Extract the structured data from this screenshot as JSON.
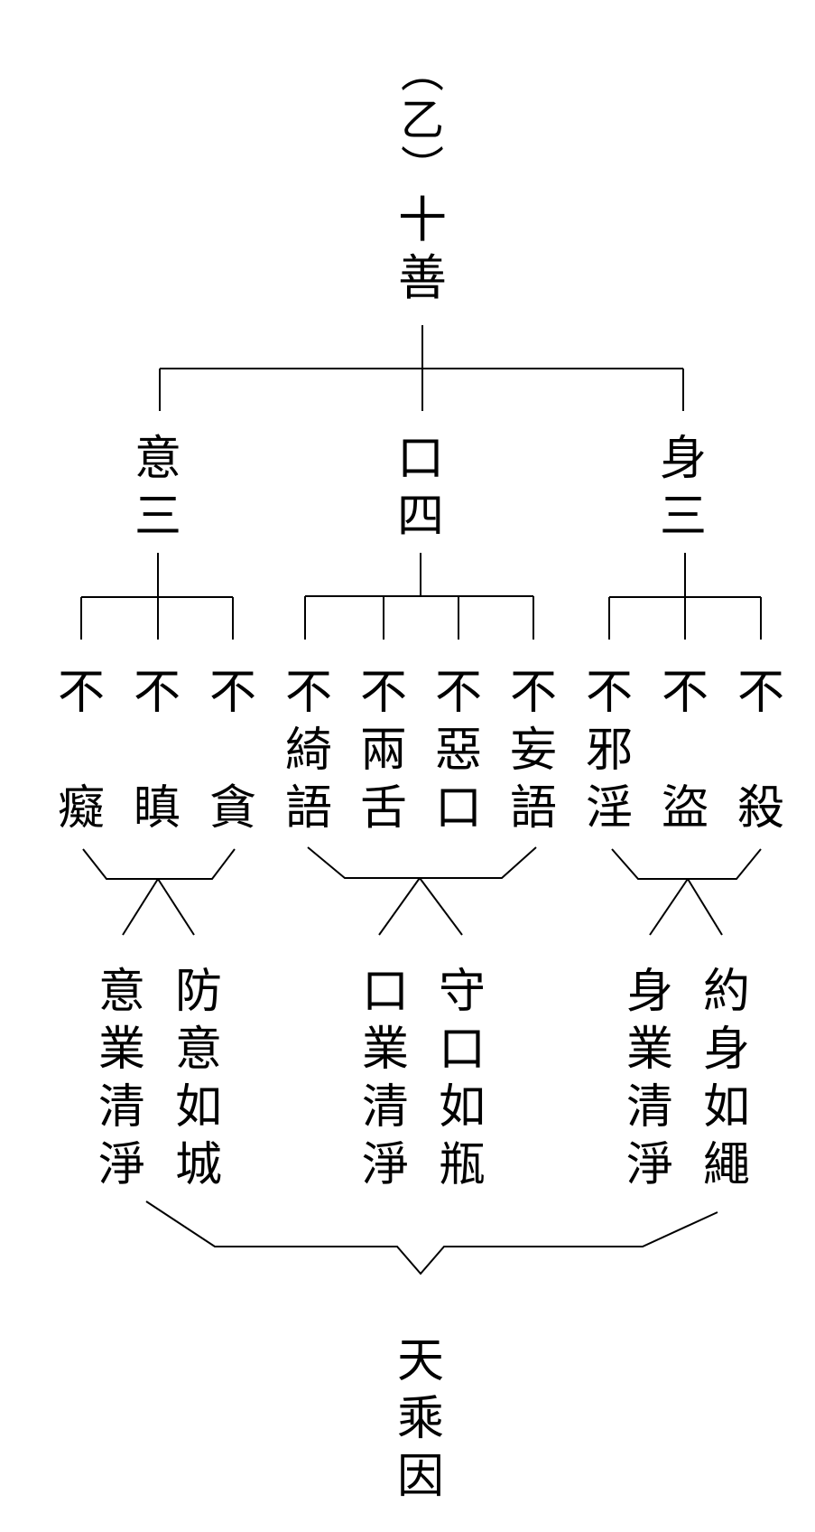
{
  "title": {
    "paren_open": "︵",
    "label": "乙",
    "paren_close": "︶",
    "heading": [
      "十",
      "善"
    ]
  },
  "groups": [
    {
      "name": [
        "意",
        "三"
      ],
      "items": [
        [
          "不",
          "",
          "癡"
        ],
        [
          "不",
          "",
          "瞋"
        ],
        [
          "不",
          "",
          "貪"
        ]
      ]
    },
    {
      "name": [
        "口",
        "四"
      ],
      "items": [
        [
          "不",
          "綺",
          "語"
        ],
        [
          "不",
          "兩",
          "舌"
        ],
        [
          "不",
          "惡",
          "口"
        ],
        [
          "不",
          "妄",
          "語"
        ]
      ]
    },
    {
      "name": [
        "身",
        "三"
      ],
      "items": [
        [
          "不",
          "邪",
          "淫"
        ],
        [
          "不",
          "",
          "盜"
        ],
        [
          "不",
          "",
          "殺"
        ]
      ]
    }
  ],
  "results": [
    {
      "left": [
        "意",
        "業",
        "清",
        "淨"
      ],
      "right": [
        "防",
        "意",
        "如",
        "城"
      ]
    },
    {
      "left": [
        "口",
        "業",
        "清",
        "淨"
      ],
      "right": [
        "守",
        "口",
        "如",
        "瓶"
      ]
    },
    {
      "left": [
        "身",
        "業",
        "清",
        "淨"
      ],
      "right": [
        "約",
        "身",
        "如",
        "繩"
      ]
    }
  ],
  "conclusion": [
    "天",
    "乘",
    "因"
  ]
}
